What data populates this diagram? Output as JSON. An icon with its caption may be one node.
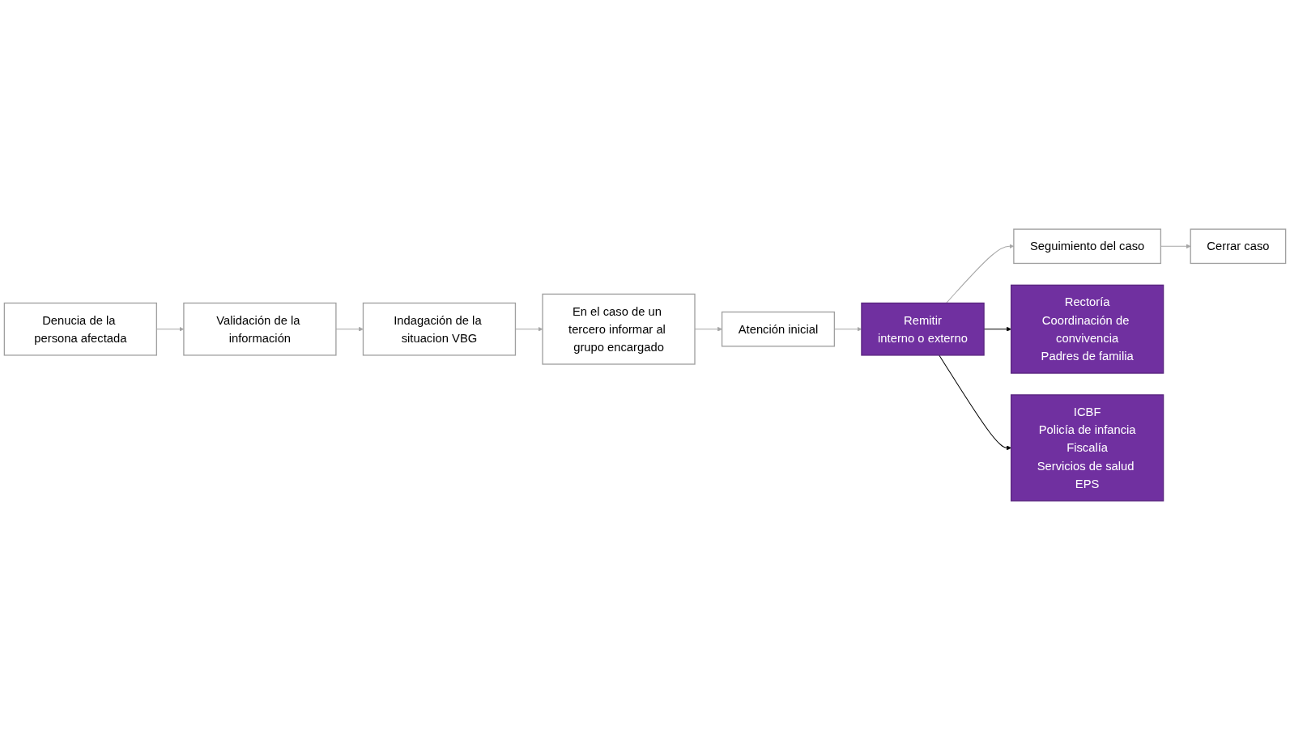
{
  "diagram": {
    "nodes": [
      {
        "text": [
          "Denucia de la persona afectada"
        ]
      },
      {
        "text": [
          "Validación de la información"
        ]
      },
      {
        "text": [
          "Indagación de la situacion VBG"
        ]
      },
      {
        "text": [
          "En el caso de un tercero informar al grupo encargado"
        ]
      },
      {
        "text": [
          "Atención inicial"
        ]
      },
      {
        "text": [
          "Remitir",
          "interno o externo"
        ]
      },
      {
        "text": [
          "Seguimiento del caso"
        ]
      },
      {
        "text": [
          "Cerrar  caso"
        ]
      },
      {
        "text": [
          "Rectoría",
          "Coordinación de convivencia",
          "Padres de familia"
        ]
      },
      {
        "text": [
          "ICBF",
          "Policía de infancia",
          "Fiscalía",
          "Servicios de salud EPS"
        ]
      }
    ],
    "edges": [
      {
        "from": 0,
        "to": 1,
        "arrow": "to"
      },
      {
        "from": 1,
        "to": 2,
        "arrow": "to"
      },
      {
        "from": 2,
        "to": 3,
        "arrow": "to"
      },
      {
        "from": 3,
        "to": 4,
        "arrow": "to"
      },
      {
        "from": 4,
        "to": 5,
        "arrow": "to"
      },
      {
        "from": 5,
        "to": 6,
        "arrow": "to"
      },
      {
        "from": 6,
        "to": 7,
        "arrow": "to"
      },
      {
        "from": 5,
        "to": 8,
        "arrow": "to",
        "color": "#000000"
      },
      {
        "from": 5,
        "to": 9,
        "arrow": "to",
        "color": "#000000"
      }
    ]
  }
}
